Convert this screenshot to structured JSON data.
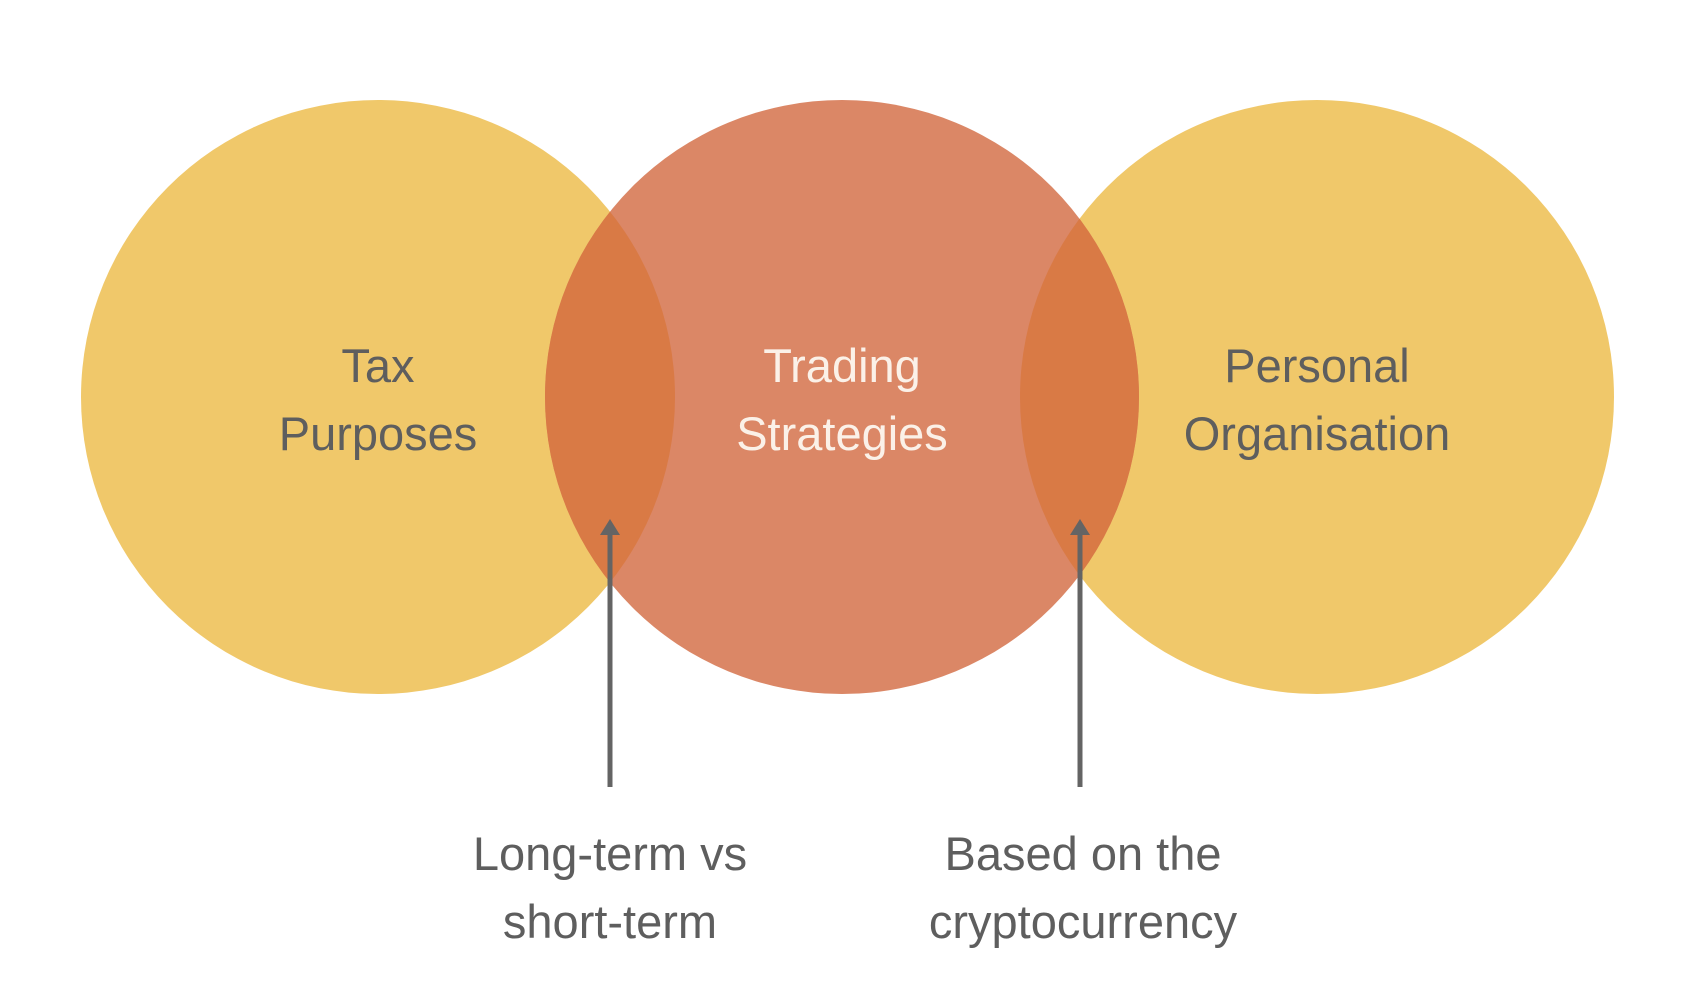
{
  "circles": [
    {
      "id": "tax",
      "lines": [
        "Tax",
        "Purposes"
      ],
      "color": "#F0C86A"
    },
    {
      "id": "trading",
      "lines": [
        "Trading",
        "Strategies"
      ],
      "color": "#DB8766"
    },
    {
      "id": "personal",
      "lines": [
        "Personal",
        "Organisation"
      ],
      "color": "#F0C86A"
    }
  ],
  "overlap_color": "#D97A45",
  "annotations": [
    {
      "lines": [
        "Long-term vs",
        "short-term"
      ]
    },
    {
      "lines": [
        "Based on the",
        "cryptocurrency"
      ]
    }
  ],
  "arrow_color": "#646464"
}
